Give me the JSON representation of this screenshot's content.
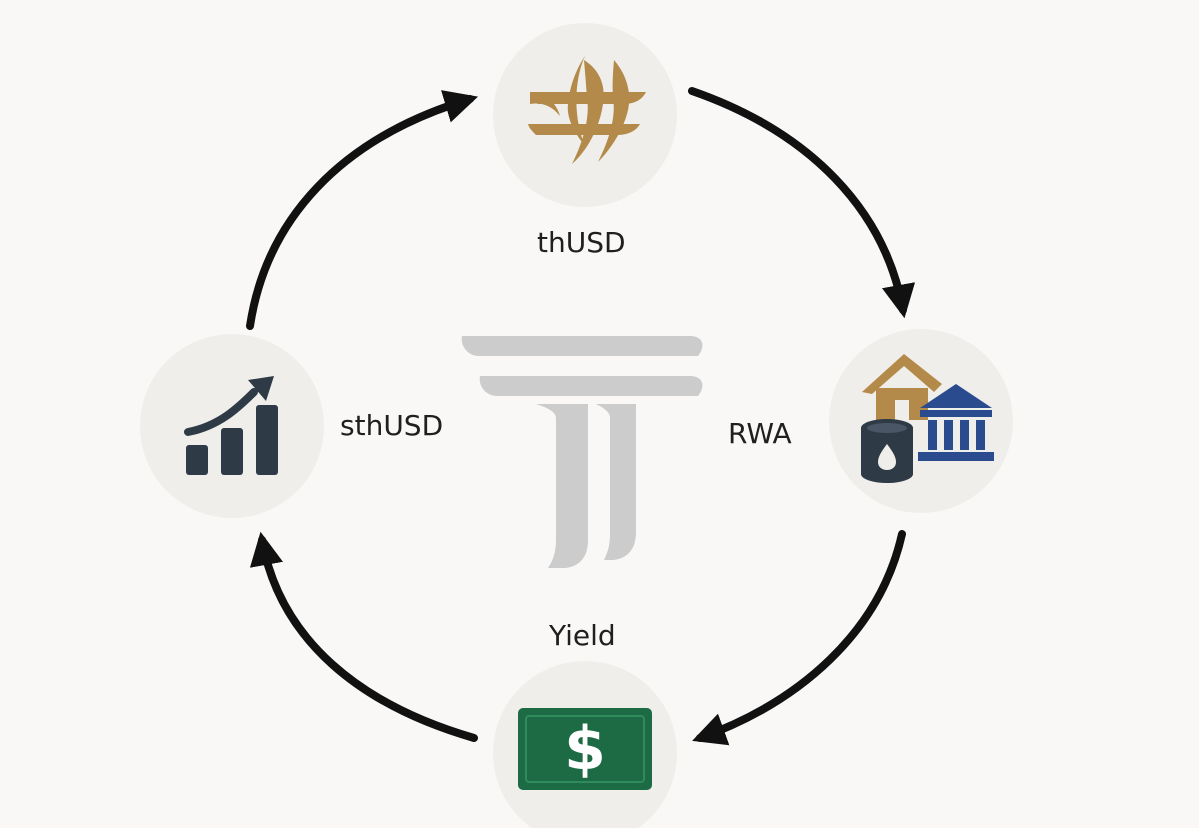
{
  "nodes": [
    {
      "id": "thusd",
      "label": "thUSD",
      "icon": "hash-cross-icon"
    },
    {
      "id": "rwa",
      "label": "RWA",
      "icon": "real-world-assets-icon"
    },
    {
      "id": "yield",
      "label": "Yield",
      "icon": "dollar-bill-icon",
      "glyph": "$"
    },
    {
      "id": "sthusd",
      "label": "sthUSD",
      "icon": "growth-chart-icon"
    }
  ],
  "flow": [
    "thusd",
    "rwa",
    "yield",
    "sthusd",
    "thusd"
  ],
  "colors": {
    "background": "#f9f8f6",
    "node_fill": "#efeeea",
    "arrow": "#111111",
    "gold": "#b38a4a",
    "navy": "#2b4b8f",
    "slate": "#2f3a47",
    "green": "#1d6b44",
    "logo": "#cccccc"
  },
  "center_logo": "stylized-T-logo"
}
